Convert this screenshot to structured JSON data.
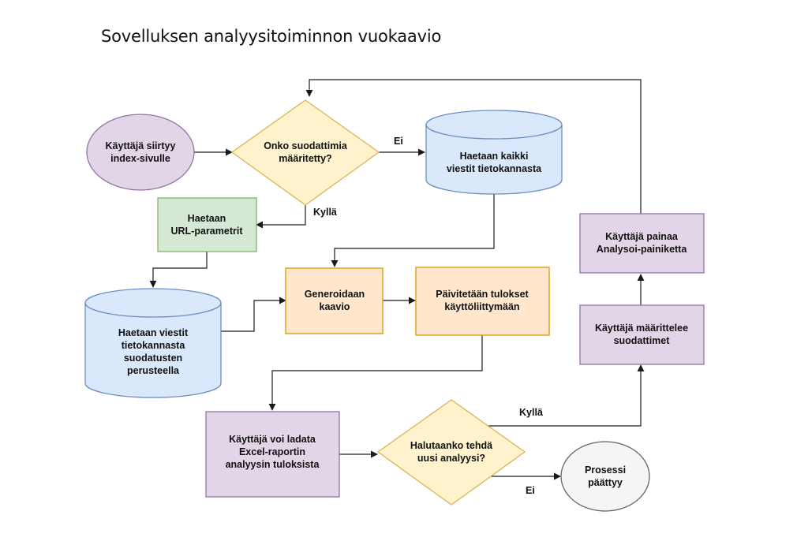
{
  "title": "Sovelluksen analyysitoiminnon vuokaavio",
  "colors": {
    "purple_fill": "#e1d5e7",
    "purple_stroke": "#9673a6",
    "yellow_fill": "#fff2cc",
    "yellow_stroke": "#d6b656",
    "blue_fill": "#dae8fc",
    "blue_stroke": "#6c8ebf",
    "green_fill": "#d5e8d4",
    "green_stroke": "#82b366",
    "orange_fill": "#ffe6cc",
    "orange_stroke": "#d79b00",
    "gray_fill": "#f5f5f5",
    "gray_stroke": "#666666"
  },
  "nodes": {
    "start": [
      "Käyttäjä siirtyy",
      "index-sivulle"
    ],
    "filters_defined": [
      "Onko suodattimia",
      "määritetty?"
    ],
    "fetch_all": [
      "Haetaan kaikki",
      "viestit tietokannasta"
    ],
    "fetch_url_params": [
      "Haetaan",
      "URL-parametrit"
    ],
    "fetch_filtered": [
      "Haetaan viestit",
      "tietokannasta",
      "suodatusten",
      "perusteella"
    ],
    "generate_chart": [
      "Generoidaan",
      "kaavio"
    ],
    "update_ui": [
      "Päivitetään tulokset",
      "käyttöliittymään"
    ],
    "download_excel": [
      "Käyttäjä voi ladata",
      "Excel-raportin",
      "analyysin tuloksista"
    ],
    "new_analysis": [
      "Halutaanko tehdä",
      "uusi analyysi?"
    ],
    "process_end": [
      "Prosessi",
      "päättyy"
    ],
    "define_filters": [
      "Käyttäjä määrittelee",
      "suodattimet"
    ],
    "press_analyze": [
      "Käyttäjä painaa",
      "Analysoi-painiketta"
    ]
  },
  "edge_labels": {
    "filters_no": "Ei",
    "filters_yes": "Kyllä",
    "analysis_yes": "Kyllä",
    "analysis_no": "Ei"
  }
}
